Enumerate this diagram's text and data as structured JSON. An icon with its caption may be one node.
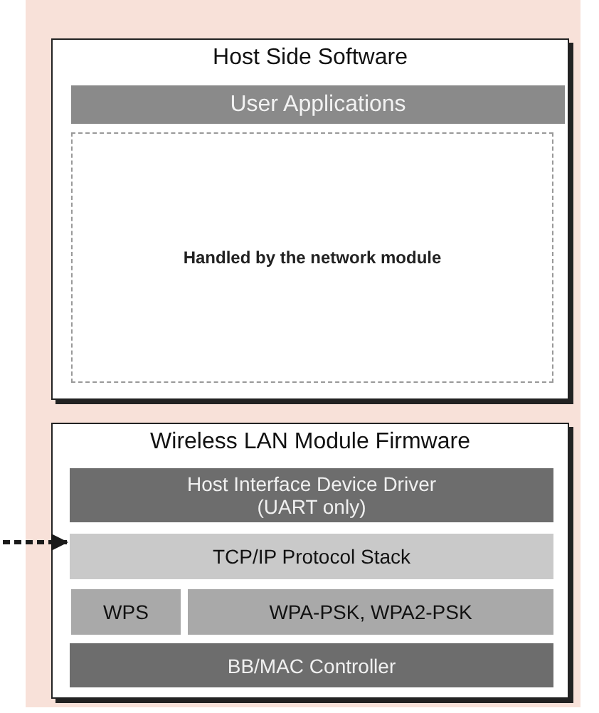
{
  "diagram": {
    "nodes": [
      {
        "text": [
          "Host Side Software"
        ]
      },
      {
        "text": [
          "User Applications"
        ],
        "in": 0
      },
      {
        "text": [
          "Handled by the network module"
        ],
        "in": 0
      },
      {
        "text": [
          "Wireless LAN Module Firmware"
        ]
      },
      {
        "text": [
          "Host Interface Device Driver (UART only)"
        ],
        "in": 3
      },
      {
        "text": [
          "TCP/IP Protocol Stack"
        ],
        "in": 3
      },
      {
        "text": [
          "WPS"
        ],
        "in": 3
      },
      {
        "text": [
          "WPA-PSK, WPA2-PSK"
        ],
        "in": 3
      },
      {
        "text": [
          "BB/MAC Controller"
        ],
        "in": 3
      }
    ],
    "edges": [
      {
        "from": null,
        "to": 5,
        "arrow": "to",
        "style": "dashed"
      }
    ]
  }
}
